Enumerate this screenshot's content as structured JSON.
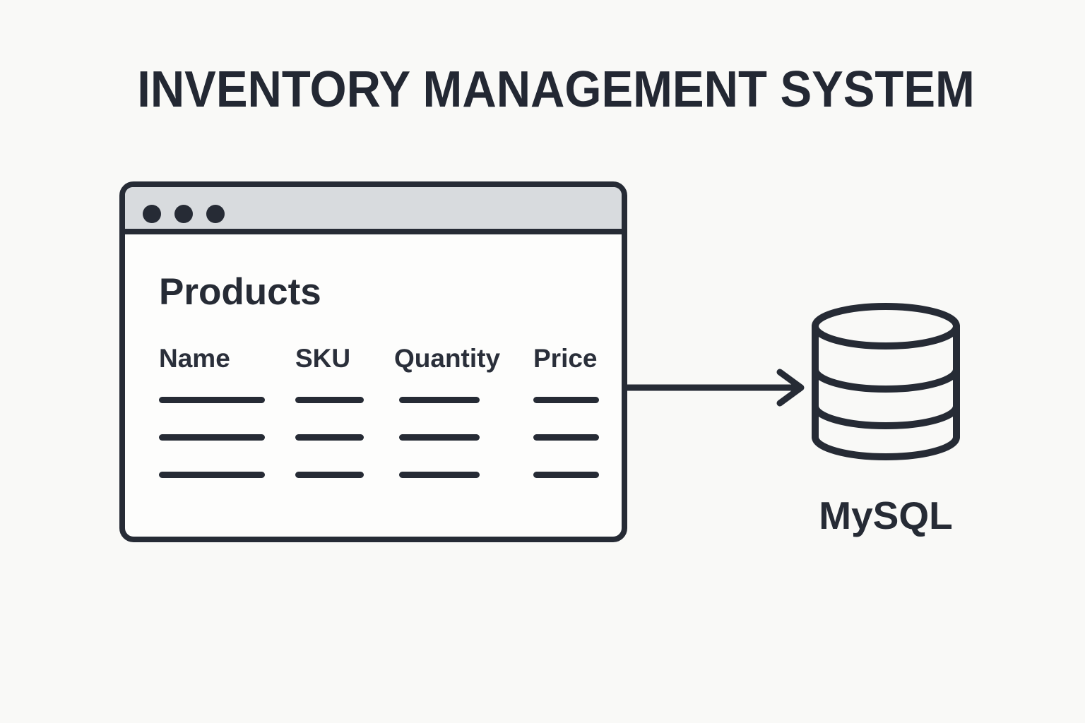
{
  "title": "INVENTORY MANAGEMENT SYSTEM",
  "window": {
    "kind": "browser-window-illustration",
    "titlebar": {
      "dot_count": 3
    },
    "heading": "Products",
    "table": {
      "columns": [
        {
          "label": "Name"
        },
        {
          "label": "SKU"
        },
        {
          "label": "Quantity"
        },
        {
          "label": "Price"
        }
      ],
      "placeholder_rows": 3
    }
  },
  "arrow": {
    "from": "products-window",
    "to": "mysql-database",
    "direction": "right"
  },
  "database": {
    "icon": "database-cylinder-icon",
    "label": "MySQL"
  },
  "colors": {
    "ink": "#262b35",
    "title_text": "#232833",
    "titlebar_gray": "#d8dbde",
    "background": "#f9f9f7",
    "window_background": "#fdfdfc"
  }
}
